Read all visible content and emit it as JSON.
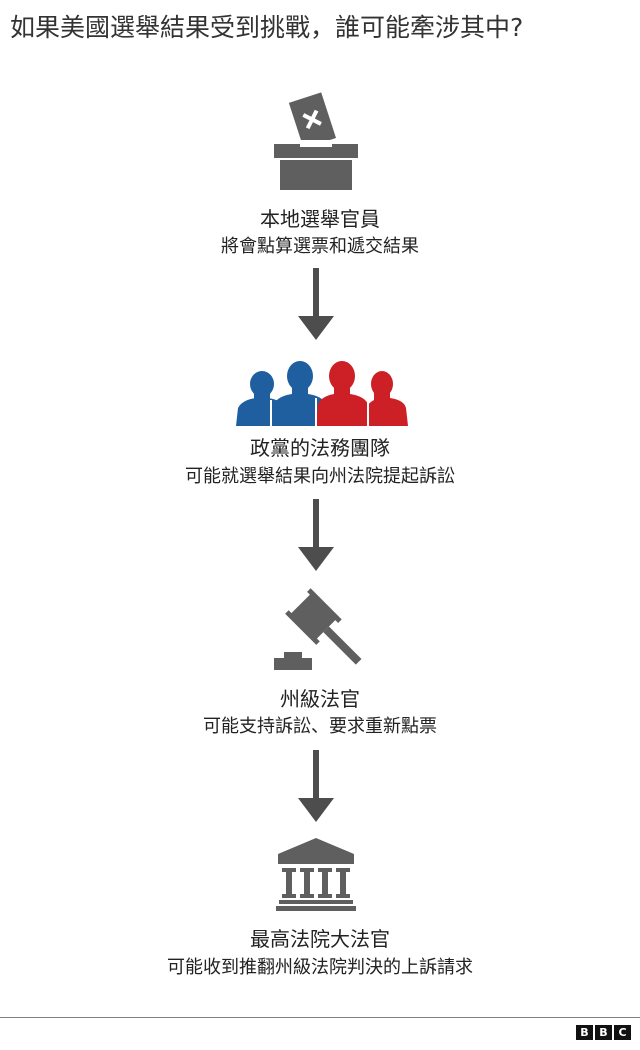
{
  "title": "如果美國選舉結果受到挑戰，誰可能牽涉其中?",
  "colors": {
    "icon_gray": "#5f5f5f",
    "arrow_gray": "#4d4d4d",
    "democrat_blue": "#1f5fa0",
    "republican_red": "#cc2026",
    "divider": "#808080"
  },
  "steps": [
    {
      "icon": "ballot-box-icon",
      "title": "本地選舉官員",
      "description": "將會點算選票和遞交結果"
    },
    {
      "icon": "party-legal-team-icon",
      "title": "政黨的法務團隊",
      "description": "可能就選舉結果向州法院提起訴訟"
    },
    {
      "icon": "gavel-icon",
      "title": "州級法官",
      "description": "可能支持訴訟、要求重新點票"
    },
    {
      "icon": "courthouse-icon",
      "title": "最高法院大法官",
      "description": "可能收到推翻州級法院判決的上訴請求"
    }
  ],
  "footer": {
    "logo_letters": [
      "B",
      "B",
      "C"
    ]
  }
}
